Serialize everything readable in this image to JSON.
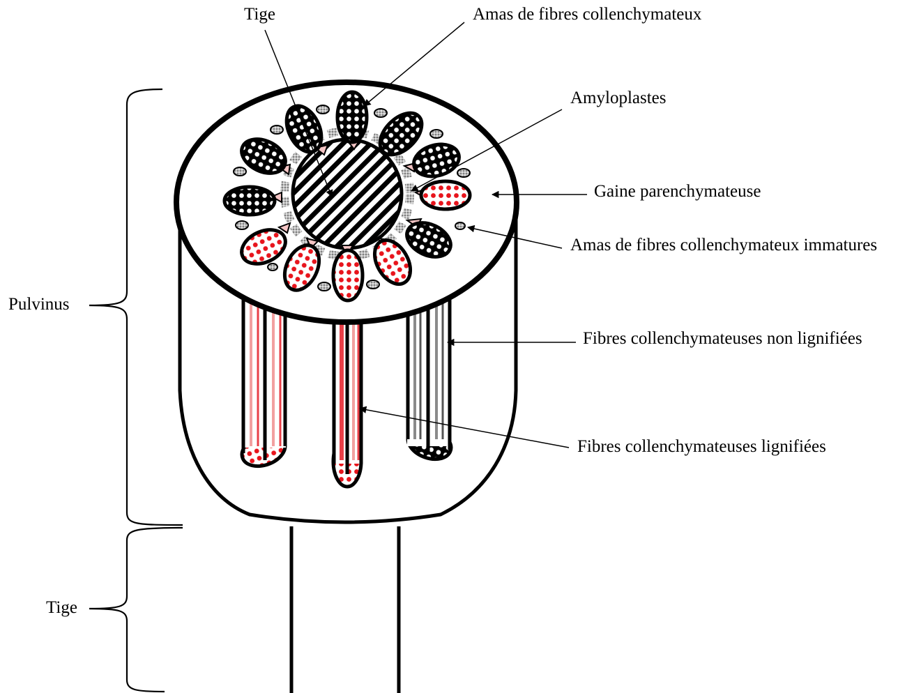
{
  "labels": {
    "tige_top": "Tige",
    "amas_fibres": "Amas de fibres collenchymateux",
    "amyloplastes": "Amyloplastes",
    "gaine": "Gaine parenchymateuse",
    "amas_immatures": "Amas de fibres collenchymateux immatures",
    "fibres_non_lignifiees": "Fibres collenchymateuses non lignifiées",
    "fibres_lignifiees": "Fibres collenchymateuses lignifiées",
    "pulvinus": "Pulvinus",
    "tige_bottom": "Tige"
  },
  "colors": {
    "lignified": "#e8141c",
    "lignified_light": "#f2a0a0",
    "non_lignified": "#222222",
    "non_lignified_light": "#9a9a9a",
    "tip_pink": "#f4c4c4",
    "outline": "#000000"
  }
}
